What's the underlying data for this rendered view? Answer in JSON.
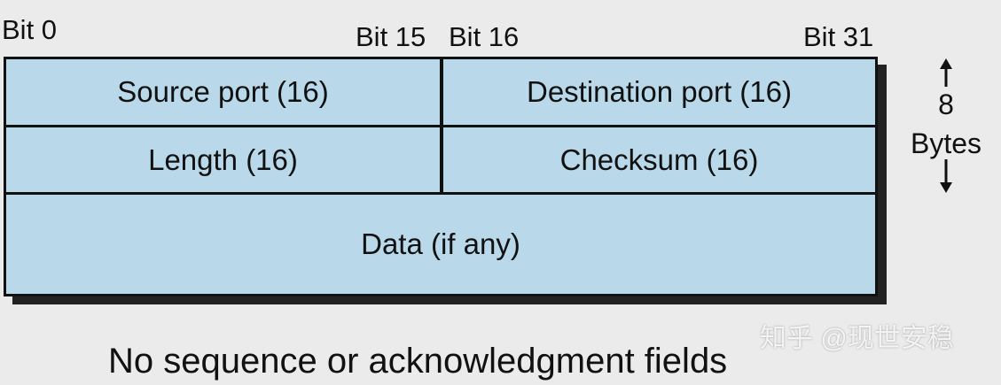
{
  "bit_labels": {
    "bit0": "Bit 0",
    "bit15": "Bit 15",
    "bit16": "Bit 16",
    "bit31": "Bit 31"
  },
  "fields": {
    "source_port": "Source port (16)",
    "destination_port": "Destination port (16)",
    "length": "Length (16)",
    "checksum": "Checksum (16)",
    "data": "Data (if any)"
  },
  "header_size": {
    "number": "8",
    "unit": "Bytes"
  },
  "caption": "No sequence or acknowledgment fields",
  "watermark": "知乎 @现世安稳",
  "colors": {
    "field_fill": "#b9d9ea",
    "border": "#111111",
    "background": "#ebebeb"
  }
}
